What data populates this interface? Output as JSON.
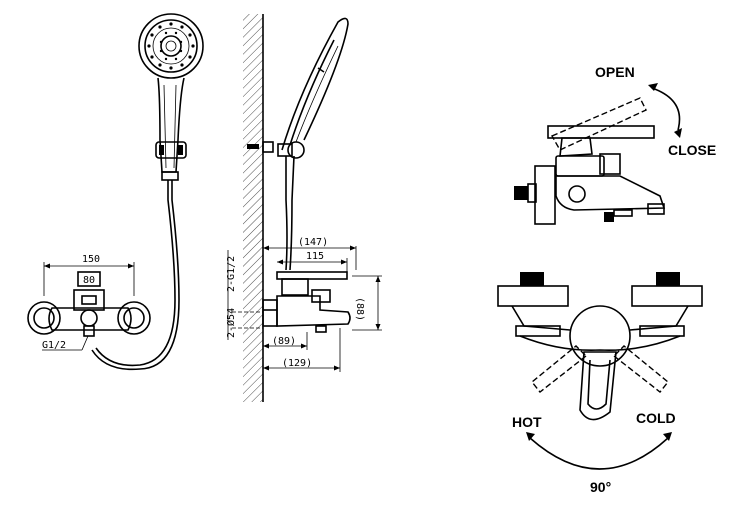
{
  "front_view": {
    "width_dim": "150",
    "center_dim": "80",
    "inlet_label": "G1/2"
  },
  "side_view": {
    "overall_dim": "(147)",
    "spout_dim": "115",
    "height_dim": "(88)",
    "wall_dim": "(89)",
    "depth_dim": "(129)",
    "thread_label": "2-G1/2",
    "pipe_label": "2-Ø54"
  },
  "operation": {
    "open_label": "OPEN",
    "close_label": "CLOSE",
    "hot_label": "HOT",
    "cold_label": "COLD",
    "angle_label": "90°"
  }
}
